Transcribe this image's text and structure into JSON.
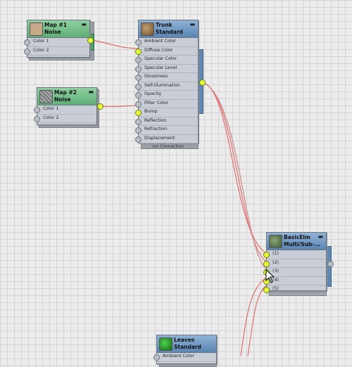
{
  "nodes": {
    "map1": {
      "title": "Map #1",
      "type": "Noise",
      "slots": [
        "Color 1",
        "Color 2"
      ]
    },
    "map2": {
      "title": "Map #2",
      "type": "Noise",
      "slots": [
        "Color 1",
        "Color 2"
      ]
    },
    "trunk": {
      "title": "Trunk",
      "type": "Standard",
      "slots": [
        "Ambient Color",
        "Diffuse Color",
        "Specular Color",
        "Specular Level",
        "Glossiness",
        "Self-Illumination",
        "Opacity",
        "Filter Color",
        "Bump",
        "Reflection",
        "Refraction",
        "Displacement"
      ],
      "footer": "mr Connection"
    },
    "basic": {
      "title": "BasicElm",
      "type": "Multi/Sub-...",
      "slots": [
        "(1)",
        "(2)",
        "(3)",
        "(4)",
        "(5)"
      ]
    },
    "leaves": {
      "title": "Leaves",
      "type": "Standard",
      "slots": [
        "Ambient Color"
      ]
    }
  },
  "colors": {
    "wire": "#e07070",
    "socket_active": "#e6ff3c",
    "header_map": "#6cbc86",
    "header_material": "#6f98c4"
  }
}
